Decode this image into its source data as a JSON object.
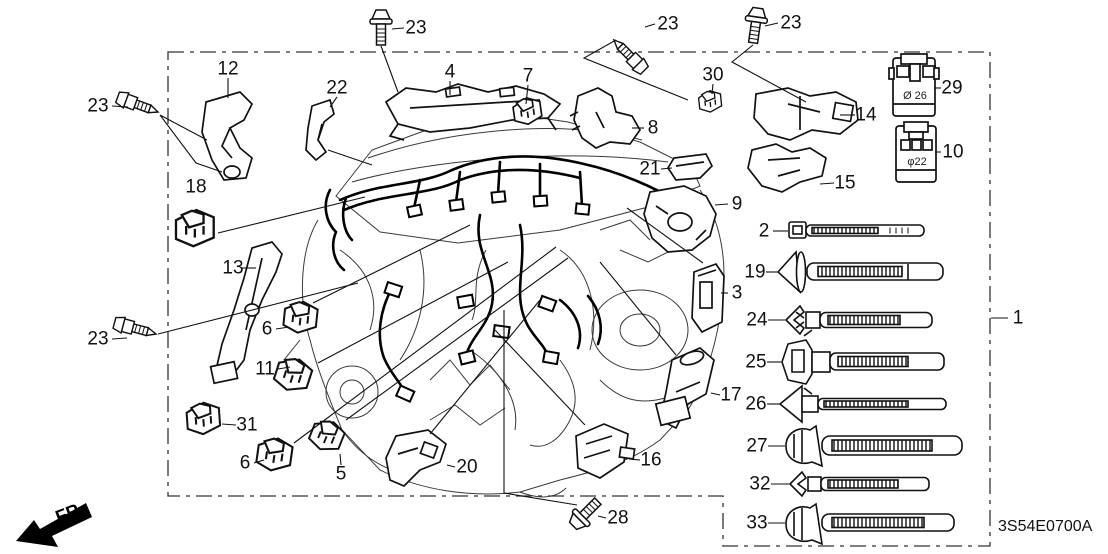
{
  "diagram": {
    "code": "3S54E0700A",
    "fr": "FR.",
    "size_29": "Ø 26",
    "size_10": "φ22",
    "colors": {
      "line": "#111111",
      "background": "#ffffff"
    }
  },
  "callouts": [
    {
      "name": "bolt-top-left",
      "text": "23"
    },
    {
      "name": "bracket-12",
      "text": "12"
    },
    {
      "name": "bracket-22",
      "text": "22"
    },
    {
      "name": "bolt-top-a",
      "text": "23"
    },
    {
      "name": "rail-4",
      "text": "4"
    },
    {
      "name": "connector-7",
      "text": "7"
    },
    {
      "name": "sensor-top",
      "text": "23"
    },
    {
      "name": "bolt-top-b",
      "text": "23"
    },
    {
      "name": "clip-30",
      "text": "30"
    },
    {
      "name": "bracket-8",
      "text": "8"
    },
    {
      "name": "bracket-14",
      "text": "14"
    },
    {
      "name": "cover-29",
      "text": "29"
    },
    {
      "name": "cover-10",
      "text": "10"
    },
    {
      "name": "bracket-21",
      "text": "21"
    },
    {
      "name": "bracket-15",
      "text": "15"
    },
    {
      "name": "bracket-9",
      "text": "9"
    },
    {
      "name": "tie-2",
      "text": "2"
    },
    {
      "name": "tie-19",
      "text": "19"
    },
    {
      "name": "harness-1",
      "text": "1"
    },
    {
      "name": "connector-3",
      "text": "3"
    },
    {
      "name": "tie-24",
      "text": "24"
    },
    {
      "name": "tie-25",
      "text": "25"
    },
    {
      "name": "tie-26",
      "text": "26"
    },
    {
      "name": "tie-27",
      "text": "27"
    },
    {
      "name": "tie-32",
      "text": "32"
    },
    {
      "name": "tie-33",
      "text": "33"
    },
    {
      "name": "connector-17",
      "text": "17"
    },
    {
      "name": "connector-16",
      "text": "16"
    },
    {
      "name": "bolt-28",
      "text": "28"
    },
    {
      "name": "connector-18",
      "text": "18"
    },
    {
      "name": "bracket-13",
      "text": "13"
    },
    {
      "name": "bolt-left-lower",
      "text": "23"
    },
    {
      "name": "connector-6-upper",
      "text": "6"
    },
    {
      "name": "connector-11",
      "text": "11"
    },
    {
      "name": "connector-31",
      "text": "31"
    },
    {
      "name": "connector-6-lower",
      "text": "6"
    },
    {
      "name": "connector-5",
      "text": "5"
    },
    {
      "name": "bracket-20",
      "text": "20"
    }
  ]
}
